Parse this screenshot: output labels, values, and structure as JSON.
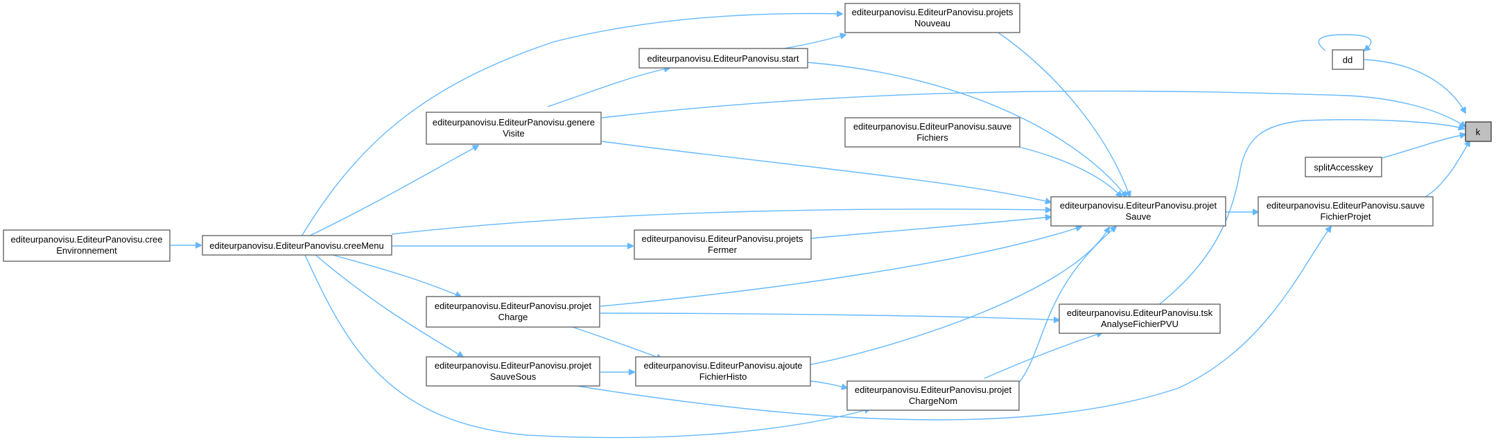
{
  "diagram": {
    "nodes": {
      "k": [
        "k"
      ],
      "dd": [
        "dd"
      ],
      "split": [
        "splitAccesskey"
      ],
      "sauveFichierProjet": [
        "editeurpanovisu.EditeurPanovisu.sauve",
        "FichierProjet"
      ],
      "projetSauve": [
        "editeurpanovisu.EditeurPanovisu.projet",
        "Sauve"
      ],
      "projetsNouveau": [
        "editeurpanovisu.EditeurPanovisu.projets",
        "Nouveau"
      ],
      "start": [
        "editeurpanovisu.EditeurPanovisu.start"
      ],
      "genereVisite": [
        "editeurpanovisu.EditeurPanovisu.genere",
        "Visite"
      ],
      "sauveFichiers": [
        "editeurpanovisu.EditeurPanovisu.sauve",
        "Fichiers"
      ],
      "projetsFermer": [
        "editeurpanovisu.EditeurPanovisu.projets",
        "Fermer"
      ],
      "creeMenu": [
        "editeurpanovisu.EditeurPanovisu.creeMenu"
      ],
      "creeEnv": [
        "editeurpanovisu.EditeurPanovisu.cree",
        "Environnement"
      ],
      "projetCharge": [
        "editeurpanovisu.EditeurPanovisu.projet",
        "Charge"
      ],
      "tskAnalyse": [
        "editeurpanovisu.EditeurPanovisu.tsk",
        "AnalyseFichierPVU"
      ],
      "projetSauveSous": [
        "editeurpanovisu.EditeurPanovisu.projet",
        "SauveSous"
      ],
      "ajouteFichierHisto": [
        "editeurpanovisu.EditeurPanovisu.ajoute",
        "FichierHisto"
      ],
      "projetChargeNom": [
        "editeurpanovisu.EditeurPanovisu.projet",
        "ChargeNom"
      ]
    },
    "edge_color": "#63b8ff",
    "focus_node_color": "#bfbfbf"
  }
}
